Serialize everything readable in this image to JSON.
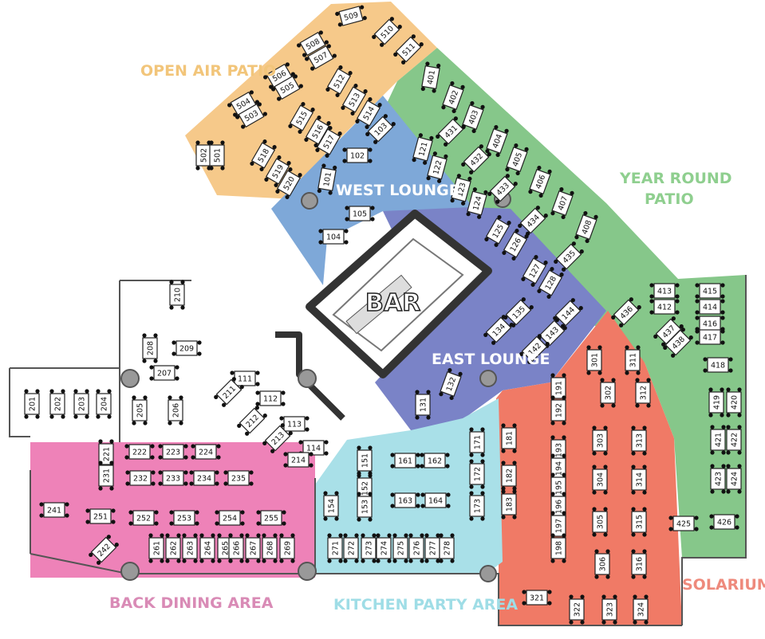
{
  "colors": {
    "patio": "#f6c98a",
    "year_round": "#86c78a",
    "west_lounge": "#7ea8d8",
    "east_lounge": "#7a83c7",
    "solarium": "#f07a66",
    "kitchen": "#a9e0e8",
    "back_dining": "#ee82b8",
    "label_patio": "#f2c57a",
    "label_year_round": "#8fcf8f",
    "label_solarium": "#ee8a7c",
    "label_kitchen": "#9fdde6",
    "label_back": "#d98bb6"
  },
  "zones": {
    "open_air_patio": "OPEN AIR PATIO",
    "year_round_patio_1": "YEAR ROUND",
    "year_round_patio_2": "PATIO",
    "west_lounge": "WEST LOUNGE",
    "east_lounge": "EAST LOUNGE",
    "bar": "BAR",
    "solarium": "SOLARIUM",
    "kitchen_party_area": "KITCHEN PARTY AREA",
    "back_dining_area": "BACK DINING AREA"
  },
  "tables": {
    "patio": [
      "509",
      "510",
      "511",
      "508",
      "507",
      "506",
      "505",
      "504",
      "503",
      "512",
      "513",
      "514",
      "515",
      "516",
      "517",
      "518",
      "519",
      "520",
      "502",
      "501"
    ],
    "year_round": [
      "401",
      "402",
      "403",
      "404",
      "405",
      "406",
      "407",
      "408",
      "431",
      "432",
      "433",
      "434",
      "435",
      "436",
      "437",
      "438",
      "413",
      "412",
      "415",
      "414",
      "416",
      "417",
      "418",
      "419",
      "420",
      "421",
      "422",
      "423",
      "424",
      "425",
      "426"
    ],
    "west_lounge": [
      "103",
      "102",
      "101",
      "121",
      "122",
      "123",
      "124",
      "105",
      "104"
    ],
    "east_lounge": [
      "125",
      "126",
      "127",
      "128",
      "135",
      "134",
      "144",
      "143",
      "142",
      "132",
      "131"
    ],
    "center": [
      "111",
      "112",
      "113",
      "114",
      "211",
      "212",
      "213",
      "214",
      "210",
      "208",
      "209",
      "207",
      "205",
      "206",
      "201",
      "202",
      "203",
      "204"
    ],
    "solarium": [
      "301",
      "311",
      "302",
      "312",
      "303",
      "313",
      "304",
      "314",
      "305",
      "315",
      "306",
      "316",
      "191",
      "192",
      "193",
      "194",
      "195",
      "196",
      "197",
      "198",
      "181",
      "182",
      "183",
      "321",
      "322",
      "323",
      "324"
    ],
    "kitchen": [
      "171",
      "172",
      "173",
      "151",
      "152",
      "153",
      "154",
      "161",
      "162",
      "163",
      "164",
      "271",
      "272",
      "273",
      "274",
      "275",
      "276",
      "277",
      "278"
    ],
    "back_dining": [
      "221",
      "222",
      "223",
      "224",
      "231",
      "232",
      "233",
      "234",
      "235",
      "241",
      "242",
      "251",
      "252",
      "253",
      "254",
      "255",
      "261",
      "262",
      "263",
      "264",
      "265",
      "266",
      "267",
      "268",
      "269"
    ]
  }
}
